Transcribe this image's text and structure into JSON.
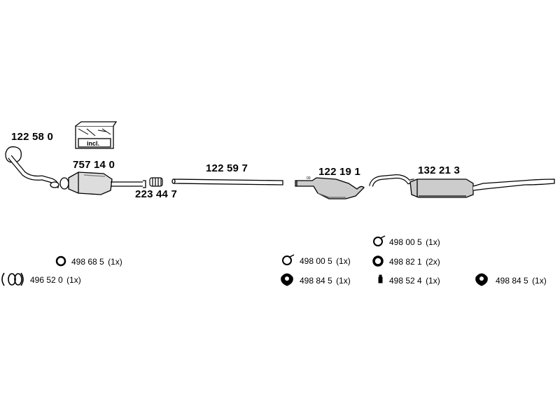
{
  "parts": [
    {
      "number": "122 58 0"
    },
    {
      "number": "757 14 0"
    },
    {
      "number": "223 44 7"
    },
    {
      "number": "122 59 7"
    },
    {
      "number": "122 19 1"
    },
    {
      "number": "132 21 3"
    }
  ],
  "kit": {
    "label": "incl."
  },
  "hardware": [
    {
      "number": "498 68 5",
      "qty": "(1x)",
      "icon": "ring-gasket-icon"
    },
    {
      "number": "496 52 0",
      "qty": "(1x)",
      "icon": "clamp-icon"
    },
    {
      "number": "498 00 5",
      "qty": "(1x)",
      "icon": "hanger-ring-icon"
    },
    {
      "number": "498 84 5",
      "qty": "(1x)",
      "icon": "rubber-mount-icon"
    },
    {
      "number": "498 00 5",
      "qty": "(1x)",
      "icon": "hanger-ring-icon"
    },
    {
      "number": "498 82 1",
      "qty": "(2x)",
      "icon": "o-ring-icon"
    },
    {
      "number": "498 52 4",
      "qty": "(1x)",
      "icon": "bolt-icon"
    },
    {
      "number": "498 84 5",
      "qty": "(1x)",
      "icon": "rubber-mount-icon"
    }
  ]
}
